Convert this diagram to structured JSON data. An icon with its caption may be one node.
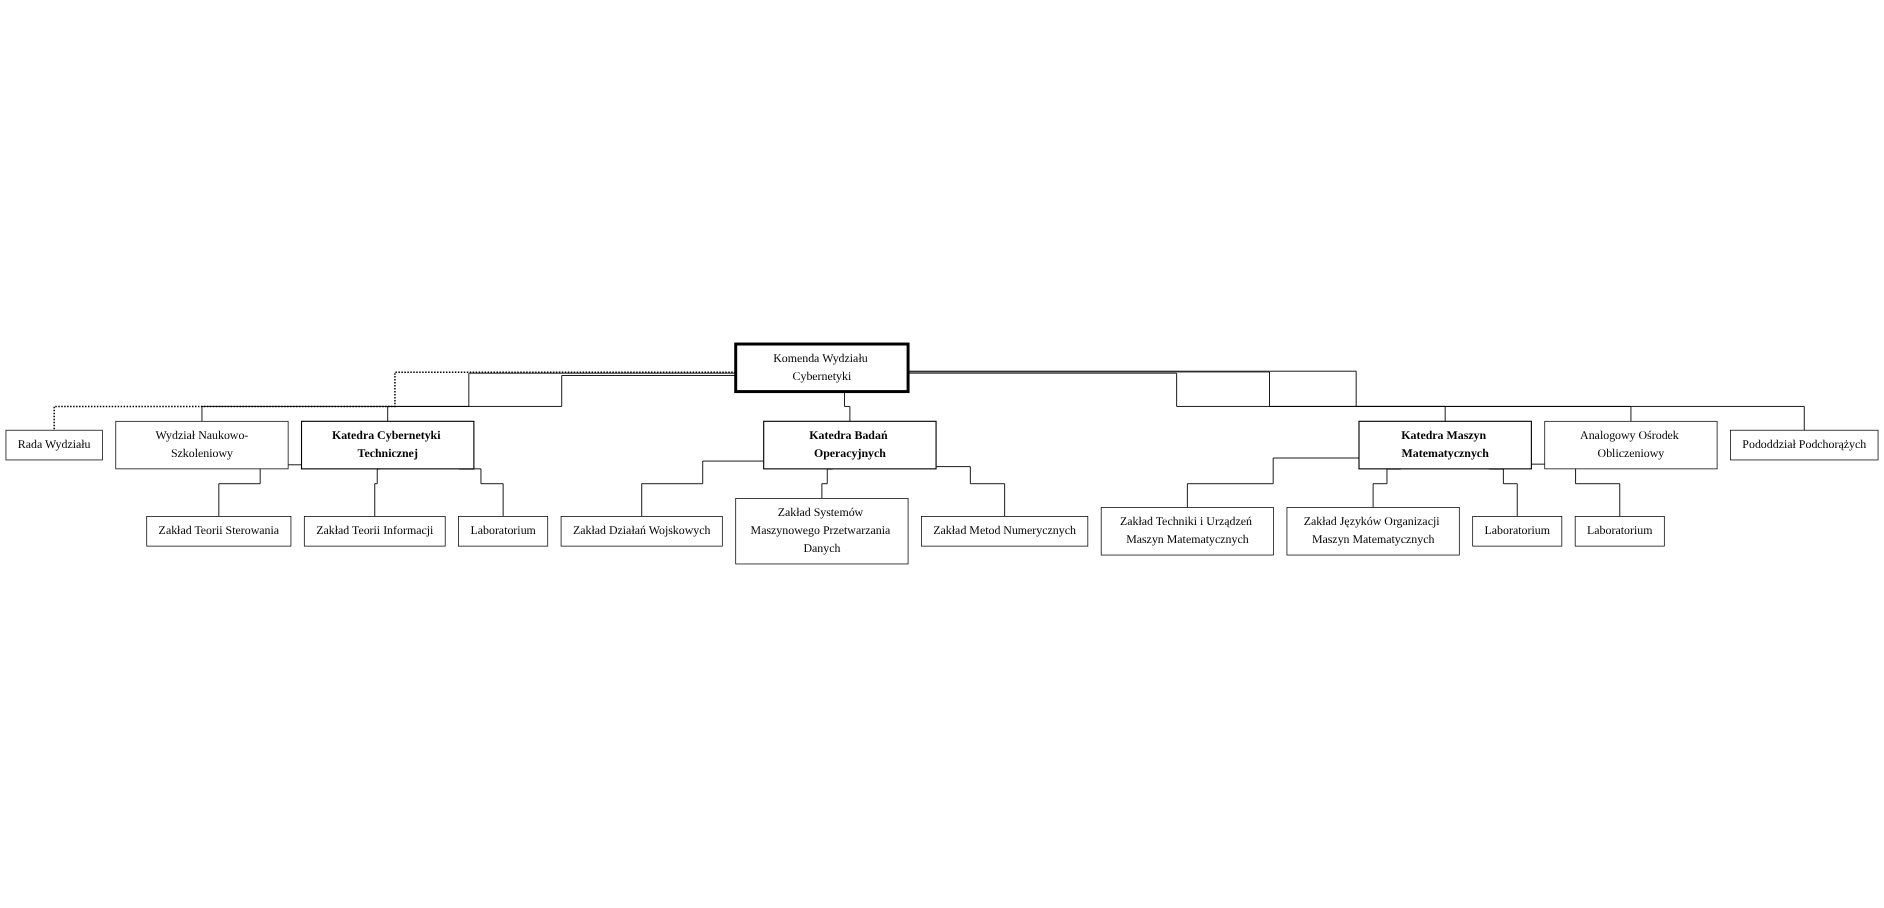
{
  "diagram": {
    "nodes": [
      {
        "text": [
          "Komenda Wydziału Cybernetyki"
        ]
      },
      {
        "text": [
          "Rada Wydziału"
        ]
      },
      {
        "text": [
          "Wydział Naukowo-Szkoleniowy"
        ]
      },
      {
        "text": [
          "Katedra Cybernetyki Technicznej"
        ]
      },
      {
        "text": [
          "Katedra Badań Operacyjnych"
        ]
      },
      {
        "text": [
          "Katedra Maszyn Matematycznych"
        ]
      },
      {
        "text": [
          "Analogowy Ośrodek Obliczeniowy"
        ]
      },
      {
        "text": [
          "Pododdział Podchorążych"
        ]
      },
      {
        "text": [
          "Zakład Teorii Sterowania"
        ]
      },
      {
        "text": [
          "Zakład Teorii Informacji"
        ]
      },
      {
        "text": [
          "Laboratorium"
        ]
      },
      {
        "text": [
          "Zakład Działań Wojskowych"
        ]
      },
      {
        "text": [
          "Zakład Systemów Maszynowego Przetwarzania Danych"
        ]
      },
      {
        "text": [
          "Zakład Metod Numerycznych"
        ]
      },
      {
        "text": [
          "Zakład Techniki i Urządzeń Maszyn Matematycznych"
        ]
      },
      {
        "text": [
          "Zakład Języków Organizacji Maszyn Matematycznych"
        ]
      },
      {
        "text": [
          "Laboratorium"
        ]
      },
      {
        "text": [
          "Laboratorium"
        ]
      }
    ],
    "edges": [
      {
        "from": 0,
        "to": 1,
        "arrow": "none",
        "style": "dashed"
      },
      {
        "from": 0,
        "to": 2,
        "arrow": "none"
      },
      {
        "from": 0,
        "to": 3,
        "arrow": "none"
      },
      {
        "from": 0,
        "to": 4,
        "arrow": "none"
      },
      {
        "from": 0,
        "to": 5,
        "arrow": "none"
      },
      {
        "from": 0,
        "to": 6,
        "arrow": "none"
      },
      {
        "from": 0,
        "to": 7,
        "arrow": "none"
      },
      {
        "from": 3,
        "to": 8,
        "arrow": "none"
      },
      {
        "from": 3,
        "to": 9,
        "arrow": "none"
      },
      {
        "from": 3,
        "to": 10,
        "arrow": "none"
      },
      {
        "from": 4,
        "to": 11,
        "arrow": "none"
      },
      {
        "from": 4,
        "to": 12,
        "arrow": "none"
      },
      {
        "from": 4,
        "to": 13,
        "arrow": "none"
      },
      {
        "from": 5,
        "to": 14,
        "arrow": "none"
      },
      {
        "from": 5,
        "to": 15,
        "arrow": "none"
      },
      {
        "from": 5,
        "to": 16,
        "arrow": "none"
      },
      {
        "from": 5,
        "to": 17,
        "arrow": "none"
      }
    ]
  }
}
